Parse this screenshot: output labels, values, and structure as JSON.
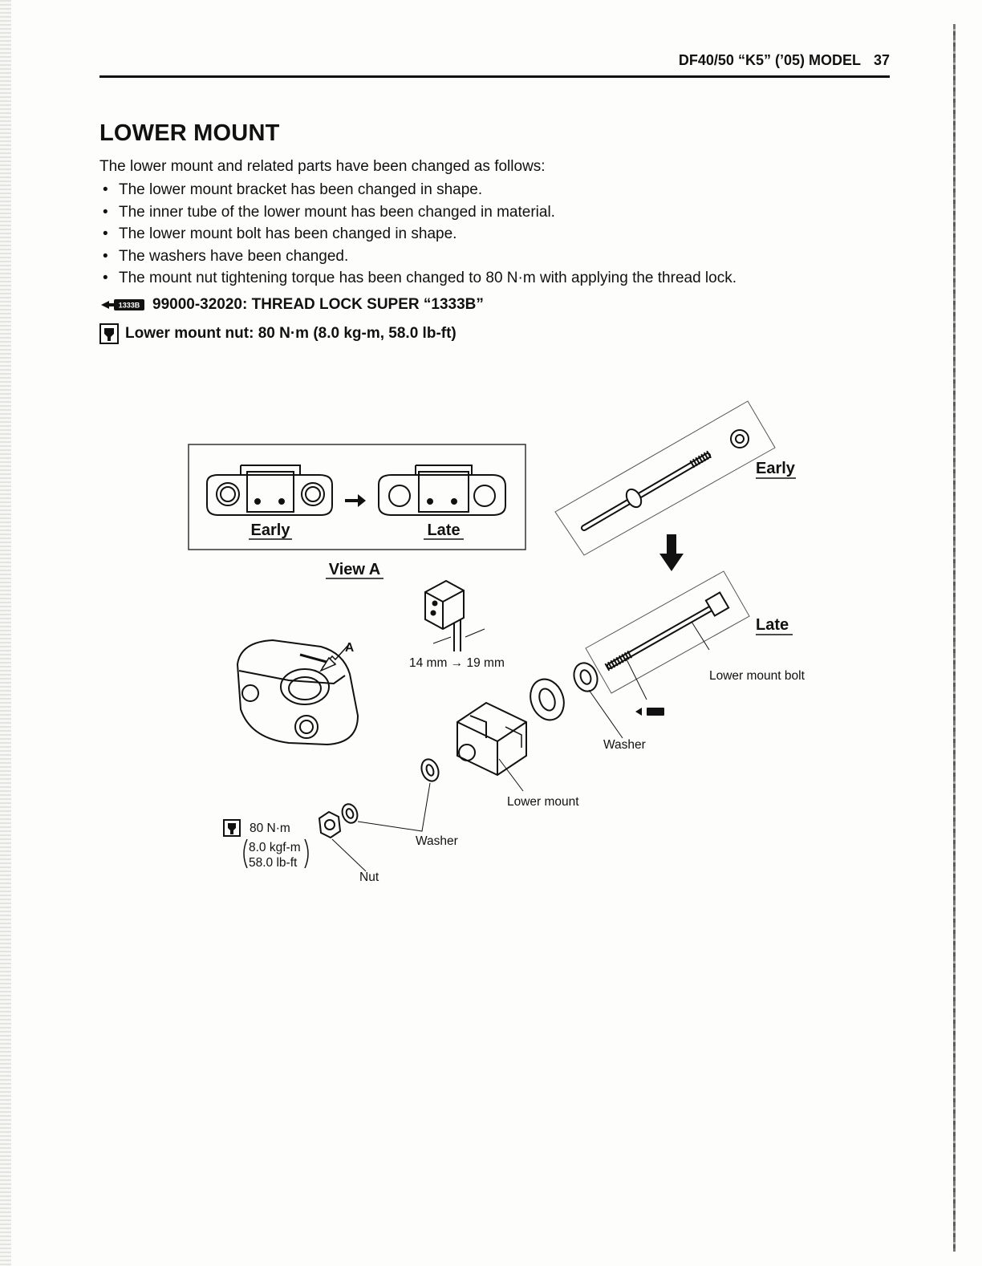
{
  "header": {
    "model": "DF40/50 “K5” (’05) MODEL",
    "page_number": "37"
  },
  "section": {
    "title": "LOWER MOUNT",
    "intro": "The lower mount and related parts have been changed as follows:",
    "bullets": [
      "The lower mount bracket has been changed in shape.",
      "The inner tube of the lower mount has been changed in material.",
      "The lower mount bolt has been changed in shape.",
      "The washers have been changed.",
      "The mount nut tightening torque has been changed to 80 N·m with applying the thread lock."
    ],
    "thread_lock_spec": "99000-32020: THREAD LOCK SUPER “1333B”",
    "torque_spec": "Lower mount nut: 80 N·m (8.0 kg-m, 58.0 lb-ft)"
  },
  "diagram": {
    "lock_icon_text": "1333B",
    "view_a": {
      "early_label": "Early",
      "late_label": "Late",
      "caption": "View A"
    },
    "bolt_early_label": "Early",
    "bolt_late_label": "Late",
    "pointer_label": "A",
    "dimension_label": "14 mm → 19 mm",
    "callouts": {
      "lower_mount_bolt": "Lower mount bolt",
      "washer_top": "Washer",
      "lower_mount": "Lower mount",
      "washer_bottom": "Washer",
      "nut": "Nut"
    },
    "torque_note": {
      "value": "80 N·m",
      "kgf": "8.0 kgf-m",
      "lbft": "58.0 lb-ft"
    }
  }
}
